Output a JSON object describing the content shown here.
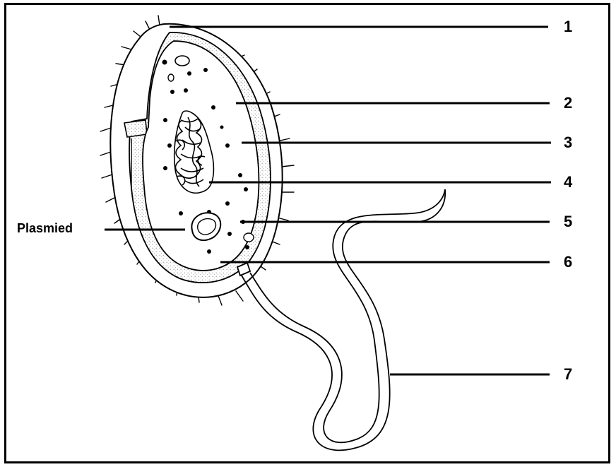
{
  "labels": {
    "l1": "1",
    "l2": "2",
    "l3": "3",
    "l4": "4",
    "l5": "5",
    "l6": "6",
    "l7": "7",
    "plasmid": "Plasmied"
  },
  "colors": {
    "ink": "#000000",
    "background": "#ffffff",
    "stipple": "#8a8a8a"
  }
}
